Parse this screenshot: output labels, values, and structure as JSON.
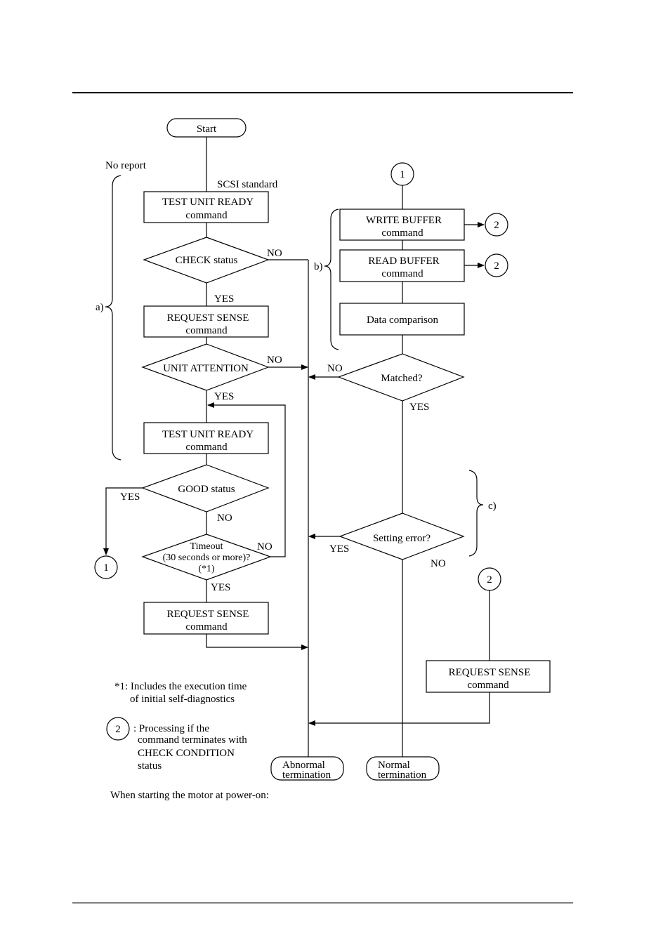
{
  "flowchart": {
    "start": "Start",
    "no_report": "No report",
    "scsi_standard": "SCSI standard",
    "test_unit_ready_1": [
      "TEST UNIT READY",
      "command"
    ],
    "check_status": "CHECK status",
    "request_sense_1": [
      "REQUEST SENSE",
      "command"
    ],
    "unit_attention": "UNIT ATTENTION",
    "test_unit_ready_2": [
      "TEST UNIT READY",
      "command"
    ],
    "good_status": "GOOD status",
    "timeout": [
      "Timeout",
      "(30 seconds or more)?",
      "(*1)"
    ],
    "request_sense_2": [
      "REQUEST SENSE",
      "command"
    ],
    "write_buffer": [
      "WRITE BUFFER",
      "command"
    ],
    "read_buffer": [
      "READ BUFFER",
      "command"
    ],
    "data_comparison": "Data comparison",
    "matched": "Matched?",
    "setting_error": "Setting error?",
    "request_sense_3": [
      "REQUEST SENSE",
      "command"
    ],
    "abnormal_termination": [
      "Abnormal",
      "termination"
    ],
    "normal_termination": [
      "Normal",
      "termination"
    ],
    "connector_1": "1",
    "connector_2": "2",
    "yes": "YES",
    "no": "NO",
    "brace_a": "a)",
    "brace_b": "b)",
    "brace_c": "c)"
  },
  "notes": {
    "footnote_1": [
      "*1: Includes the execution time",
      "of initial self-diagnostics"
    ],
    "legend_symbol": "2",
    "legend_text": [
      ": Processing if the",
      "command terminates with",
      "CHECK CONDITION",
      "status"
    ]
  },
  "caption": "When starting the motor at power-on:"
}
